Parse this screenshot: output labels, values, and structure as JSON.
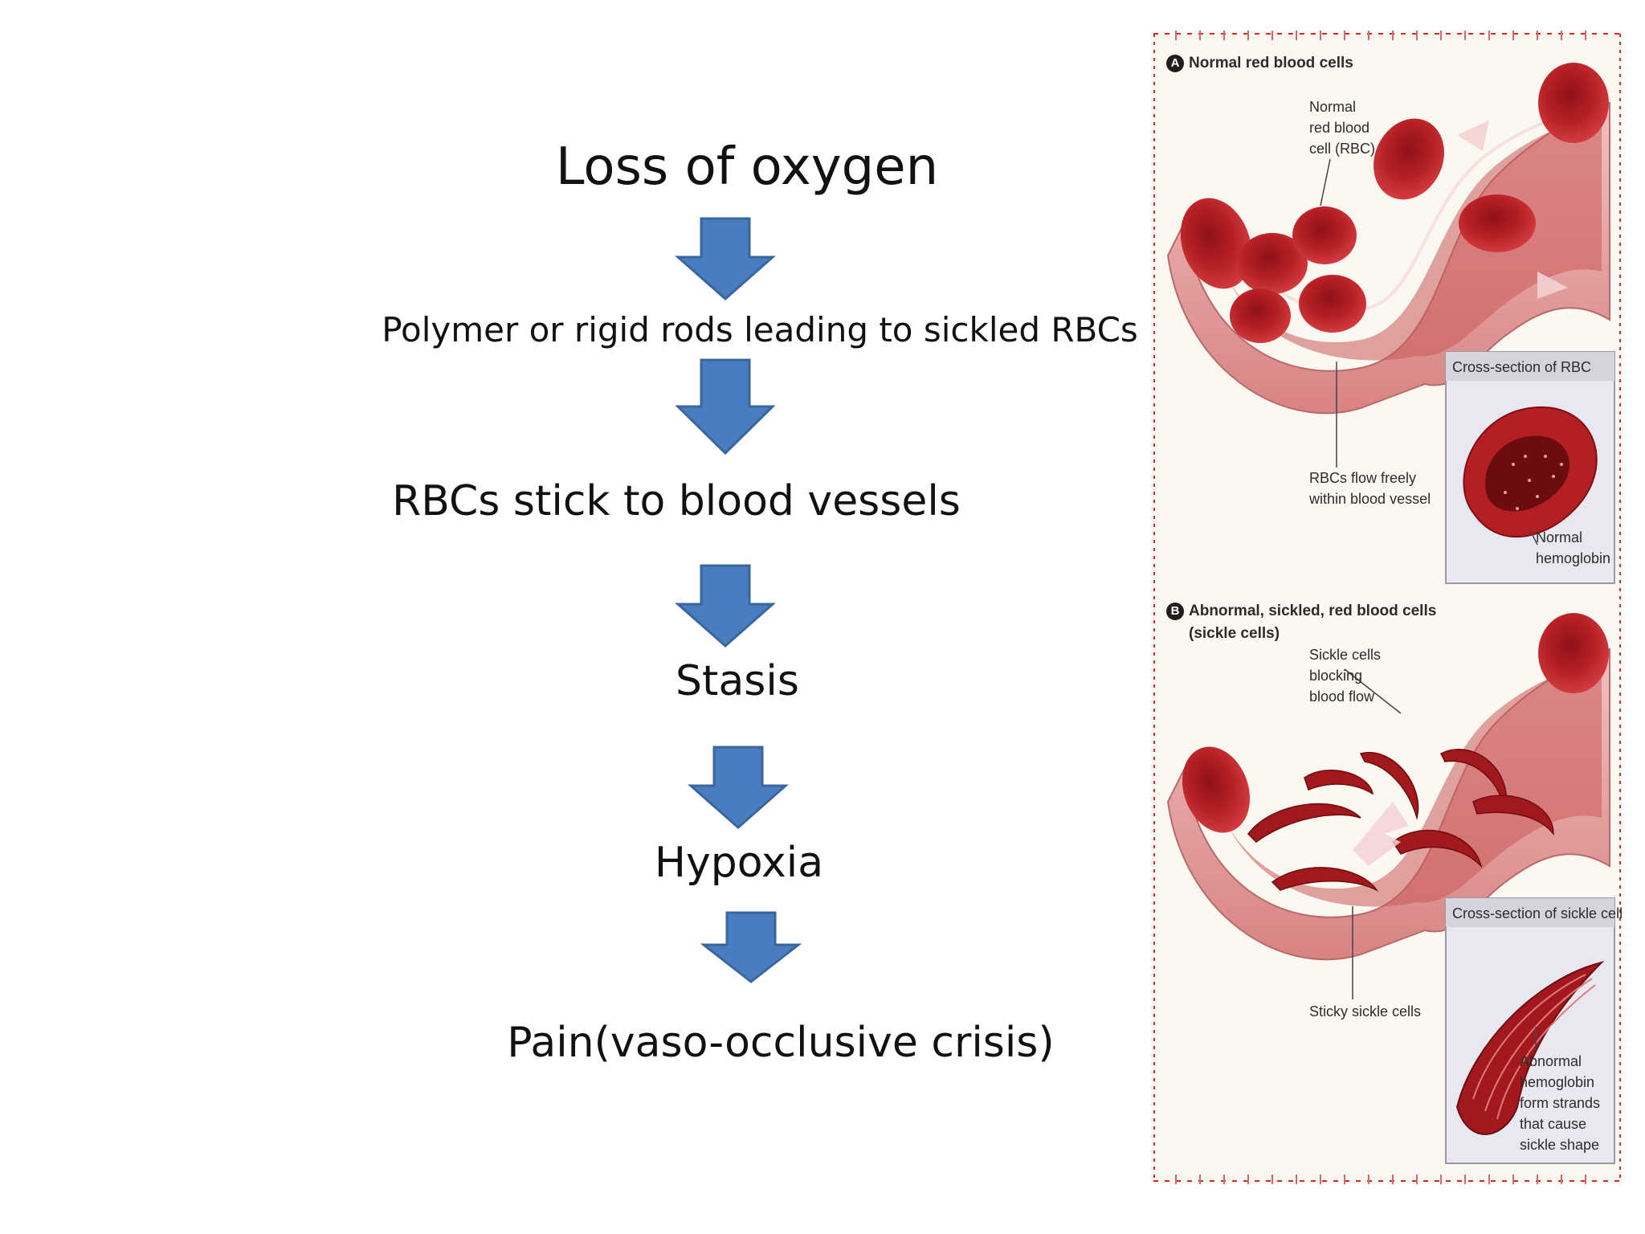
{
  "flow": {
    "steps": [
      "Loss of oxygen",
      "Polymer or rigid rods leading to sickled RBCs",
      "RBCs stick to blood vessels",
      "Stasis",
      "Hypoxia",
      "Pain(vaso-occlusive crisis)"
    ],
    "arrow_color": "#4a7cc0",
    "arrow_outline": "#3a66a0"
  },
  "illustration": {
    "panel_a": {
      "badge": "A",
      "title": "Normal red blood cells",
      "label_rbc": "Normal\nred blood\ncell (RBC)",
      "label_flow": "RBCs flow freely\nwithin blood vessel",
      "inset_title": "Cross-section of RBC",
      "inset_label": "Normal\nhemoglobin"
    },
    "panel_b": {
      "badge": "B",
      "title": "Abnormal, sickled, red blood cells",
      "subtitle": "(sickle cells)",
      "label_blocking": "Sickle cells\nblocking\nblood flow",
      "label_sticky": "Sticky sickle cells",
      "inset_title": "Cross-section of sickle cell",
      "inset_label": "Abnormal\nhemoglobin\nform strands\nthat cause\nsickle shape"
    },
    "colors": {
      "vessel_outer": "#e6a2a2",
      "vessel_inner": "#c95a5a",
      "rbc": "#b51f24",
      "rbc_dark": "#7e0f14",
      "border_dash": "#d02a2a"
    }
  }
}
